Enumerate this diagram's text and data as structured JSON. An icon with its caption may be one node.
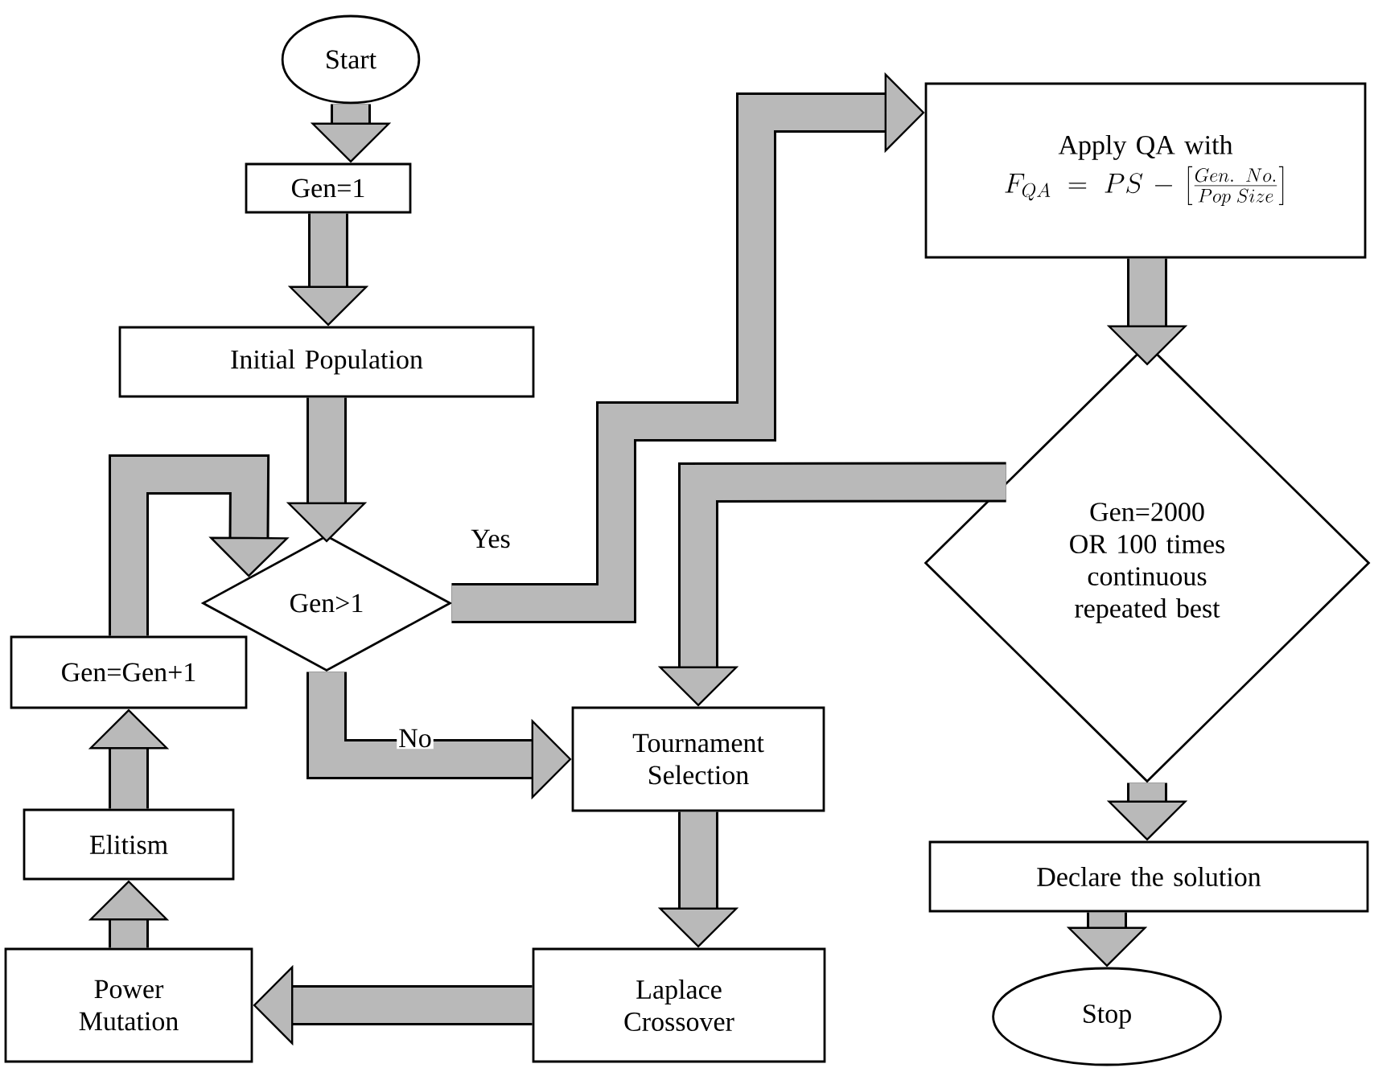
{
  "diagram": {
    "nodes": [
      {
        "text": [
          "Start"
        ]
      },
      {
        "text": [
          "Gen=1"
        ]
      },
      {
        "text": [
          "Initial Population"
        ]
      },
      {
        "text": [
          "Gen>1"
        ]
      },
      {
        "text": [
          "Tournament Selection"
        ]
      },
      {
        "text": [
          "Laplace Crossover"
        ]
      },
      {
        "text": [
          "Power Mutation"
        ]
      },
      {
        "text": [
          "Elitism"
        ]
      },
      {
        "text": [
          "Gen=Gen+1"
        ]
      },
      {
        "text": [
          "Apply QA with",
          "F_{QA}=PS-\\left[\\frac{Gen.\\;\\;No.}{Pop\\;Size}\\right]"
        ]
      },
      {
        "text": [
          "Gen=2000 OR 100 times continuous repeated best"
        ]
      },
      {
        "text": [
          "Declare the solution"
        ]
      },
      {
        "text": [
          "Stop"
        ]
      }
    ],
    "edges": [
      {
        "from": 0,
        "to": 1,
        "arrow": "to"
      },
      {
        "from": 1,
        "to": 2,
        "arrow": "to"
      },
      {
        "from": 2,
        "to": 3,
        "arrow": "to"
      },
      {
        "from": 3,
        "to": 9,
        "arrow": "to",
        "label": "Yes"
      },
      {
        "from": 3,
        "to": 4,
        "arrow": "to",
        "label": "No"
      },
      {
        "from": 4,
        "to": 5,
        "arrow": "to"
      },
      {
        "from": 5,
        "to": 6,
        "arrow": "to"
      },
      {
        "from": 6,
        "to": 7,
        "arrow": "to"
      },
      {
        "from": 7,
        "to": 8,
        "arrow": "to"
      },
      {
        "from": 8,
        "to": 3,
        "arrow": "to"
      },
      {
        "from": 9,
        "to": 10,
        "arrow": "to"
      },
      {
        "from": 10,
        "to": 4,
        "arrow": "to"
      },
      {
        "from": 10,
        "to": 11,
        "arrow": "to"
      },
      {
        "from": 11,
        "to": 12,
        "arrow": "to"
      }
    ]
  }
}
